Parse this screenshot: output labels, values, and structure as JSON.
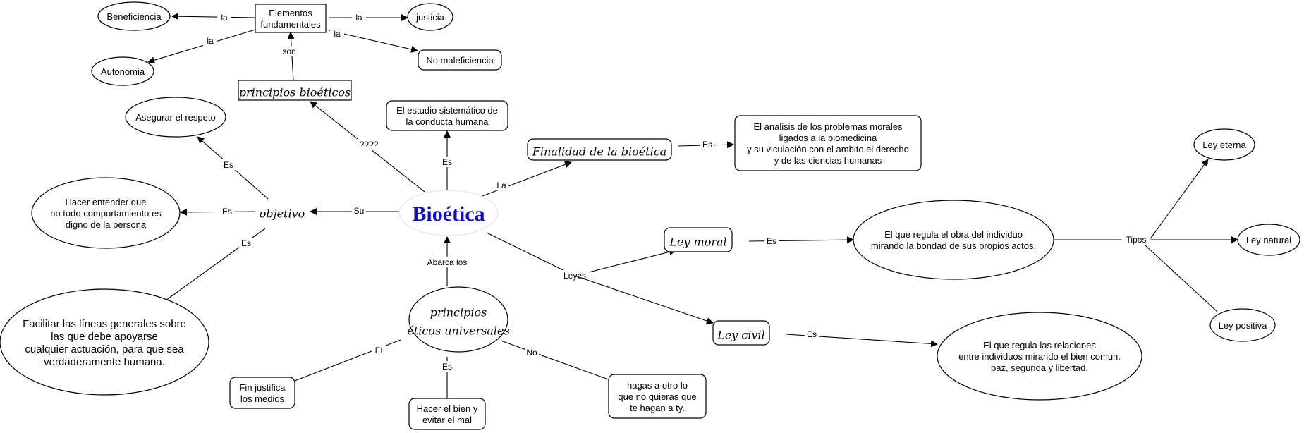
{
  "diagram": {
    "type": "concept-map",
    "title": "Bioética",
    "nodes": [
      {
        "id": "bioetica",
        "label": [
          "Bioética"
        ],
        "shape": "ellipse-soft",
        "style": "title"
      },
      {
        "id": "principios_bioeticos",
        "label": [
          "principios bioéticos"
        ],
        "shape": "rect",
        "style": "hand"
      },
      {
        "id": "elementos",
        "label": [
          "Elementos",
          "fundamentales"
        ],
        "shape": "rect",
        "style": "text"
      },
      {
        "id": "beneficiencia",
        "label": [
          "Beneficiencia"
        ],
        "shape": "ellipse",
        "style": "text"
      },
      {
        "id": "justicia",
        "label": [
          "justicia"
        ],
        "shape": "ellipse",
        "style": "text"
      },
      {
        "id": "autonomia",
        "label": [
          "Autonomia"
        ],
        "shape": "ellipse",
        "style": "text"
      },
      {
        "id": "no_maleficiencia",
        "label": [
          "No maleficiencia"
        ],
        "shape": "roundrect",
        "style": "text"
      },
      {
        "id": "estudio",
        "label": [
          "El estudio sistemático de",
          "la conducta humana"
        ],
        "shape": "roundrect",
        "style": "text"
      },
      {
        "id": "finalidad",
        "label": [
          "Finalidad de la bioética"
        ],
        "shape": "roundrect",
        "style": "hand"
      },
      {
        "id": "analisis",
        "label": [
          "El analisis de los problemas morales",
          "ligados a la biomedicina",
          "y su viculación con el ambito el derecho",
          "y de las ciencias humanas"
        ],
        "shape": "roundrect",
        "style": "text"
      },
      {
        "id": "objetivo",
        "label": [
          "objetivo"
        ],
        "shape": "none",
        "style": "hand"
      },
      {
        "id": "asegurar",
        "label": [
          "Asegurar el respeto"
        ],
        "shape": "ellipse",
        "style": "text"
      },
      {
        "id": "hacer_entender",
        "label": [
          "Hacer entender que",
          "no todo comportamiento es",
          "digno de la persona"
        ],
        "shape": "ellipse",
        "style": "text"
      },
      {
        "id": "facilitar",
        "label": [
          "Facilitar las líneas generales sobre",
          "las que debe apoyarse",
          "cualquier actuación, para que sea",
          "verdaderamente humana."
        ],
        "shape": "ellipse",
        "style": "big"
      },
      {
        "id": "principios_universales",
        "label": [
          "principios",
          "éticos universales"
        ],
        "shape": "ellipse",
        "style": "hand"
      },
      {
        "id": "fin_justifica",
        "label": [
          "Fin justifica",
          "los medios"
        ],
        "shape": "roundrect",
        "style": "text"
      },
      {
        "id": "hacer_bien",
        "label": [
          "Hacer el bien y",
          "evitar el mal"
        ],
        "shape": "roundrect",
        "style": "text"
      },
      {
        "id": "hagas_otro",
        "label": [
          "hagas a otro lo",
          "que no quieras que",
          "te hagan a ty."
        ],
        "shape": "roundrect",
        "style": "text"
      },
      {
        "id": "ley_moral",
        "label": [
          "Ley moral"
        ],
        "shape": "roundrect",
        "style": "hand"
      },
      {
        "id": "ley_civil",
        "label": [
          "Ley civil"
        ],
        "shape": "roundrect",
        "style": "hand"
      },
      {
        "id": "regula_obra",
        "label": [
          "El que regula el obra del individuo",
          "mirando la bondad de sus propios actos."
        ],
        "shape": "ellipse",
        "style": "text"
      },
      {
        "id": "regula_relaciones",
        "label": [
          "El que regula las relaciones",
          "entre individuos mirando el bien comun.",
          "paz, segurida y libertad."
        ],
        "shape": "ellipse",
        "style": "text"
      },
      {
        "id": "ley_eterna",
        "label": [
          "Ley eterna"
        ],
        "shape": "ellipse",
        "style": "text"
      },
      {
        "id": "ley_natural",
        "label": [
          "Ley natural"
        ],
        "shape": "ellipse",
        "style": "text"
      },
      {
        "id": "ley_positiva",
        "label": [
          "Ley positiva"
        ],
        "shape": "ellipse",
        "style": "text"
      }
    ],
    "links": [
      {
        "from": "elementos",
        "to": "beneficiencia",
        "label": "la"
      },
      {
        "from": "elementos",
        "to": "justicia",
        "label": "la"
      },
      {
        "from": "elementos",
        "to": "autonomia",
        "label": "la"
      },
      {
        "from": "elementos",
        "to": "no_maleficiencia",
        "label": "la"
      },
      {
        "from": "principios_bioeticos",
        "to": "elementos",
        "label": "son"
      },
      {
        "from": "bioetica",
        "to": "principios_bioeticos",
        "label": "????"
      },
      {
        "from": "bioetica",
        "to": "estudio",
        "label": "Es"
      },
      {
        "from": "bioetica",
        "to": "finalidad",
        "label": "La"
      },
      {
        "from": "finalidad",
        "to": "analisis",
        "label": "Es"
      },
      {
        "from": "bioetica",
        "to": "objetivo",
        "label": "Su"
      },
      {
        "from": "objetivo",
        "to": "asegurar",
        "label": "Es"
      },
      {
        "from": "objetivo",
        "to": "hacer_entender",
        "label": "Es"
      },
      {
        "from": "objetivo",
        "to": "facilitar",
        "label": "Es",
        "arrow": false
      },
      {
        "from": "principios_universales",
        "to": "bioetica",
        "label": "Abarca los"
      },
      {
        "from": "principios_universales",
        "to": "fin_justifica",
        "label": "El",
        "arrow": false
      },
      {
        "from": "principios_universales",
        "to": "hacer_bien",
        "label": "Es",
        "arrow": false
      },
      {
        "from": "principios_universales",
        "to": "hagas_otro",
        "label": "No",
        "arrow": false
      },
      {
        "from": "bioetica",
        "to": "ley_moral",
        "label": "Leyes"
      },
      {
        "from": "bioetica",
        "to": "ley_civil",
        "label": "Leyes"
      },
      {
        "from": "ley_moral",
        "to": "regula_obra",
        "label": "Es"
      },
      {
        "from": "ley_civil",
        "to": "regula_relaciones",
        "label": "Es"
      },
      {
        "from": "regula_obra",
        "to": "ley_eterna",
        "label": "Tipos"
      },
      {
        "from": "regula_obra",
        "to": "ley_natural",
        "label": "Tipos"
      },
      {
        "from": "regula_obra",
        "to": "ley_positiva",
        "label": "Tipos",
        "arrow": false
      }
    ]
  }
}
